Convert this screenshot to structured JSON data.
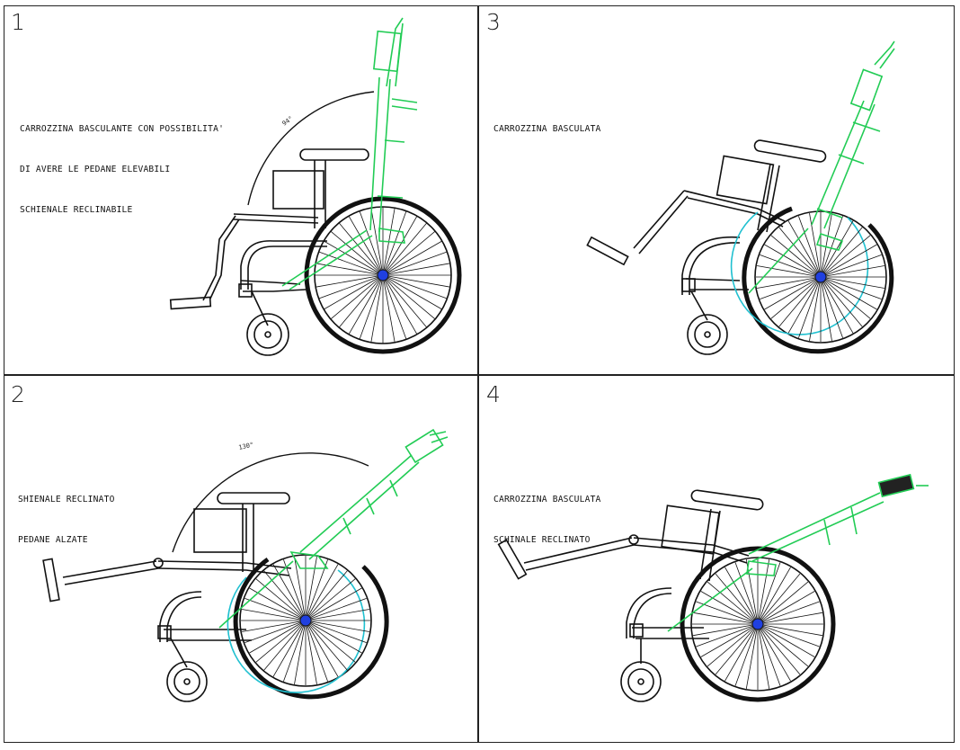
{
  "colors": {
    "frame": "#111111",
    "backrest": "#22cc55",
    "rim": "#20c0d0",
    "hub": "#2040e0",
    "paper": "#ffffff"
  },
  "panels": [
    {
      "number": "1",
      "lines": [
        "CARROZZINA BASCULANTE CON POSSIBILITA'",
        "DI AVERE LE PEDANE ELEVABILI",
        "SCHIENALE RECLINABILE"
      ]
    },
    {
      "number": "3",
      "lines": [
        "CARROZZINA BASCULATA"
      ]
    },
    {
      "number": "2",
      "lines": [
        "SHIENALE RECLINATO",
        "PEDANE ALZATE"
      ]
    },
    {
      "number": "4",
      "lines": [
        "CARROZZINA BASCULATA",
        "SCHINALE RECLINATO"
      ]
    }
  ]
}
